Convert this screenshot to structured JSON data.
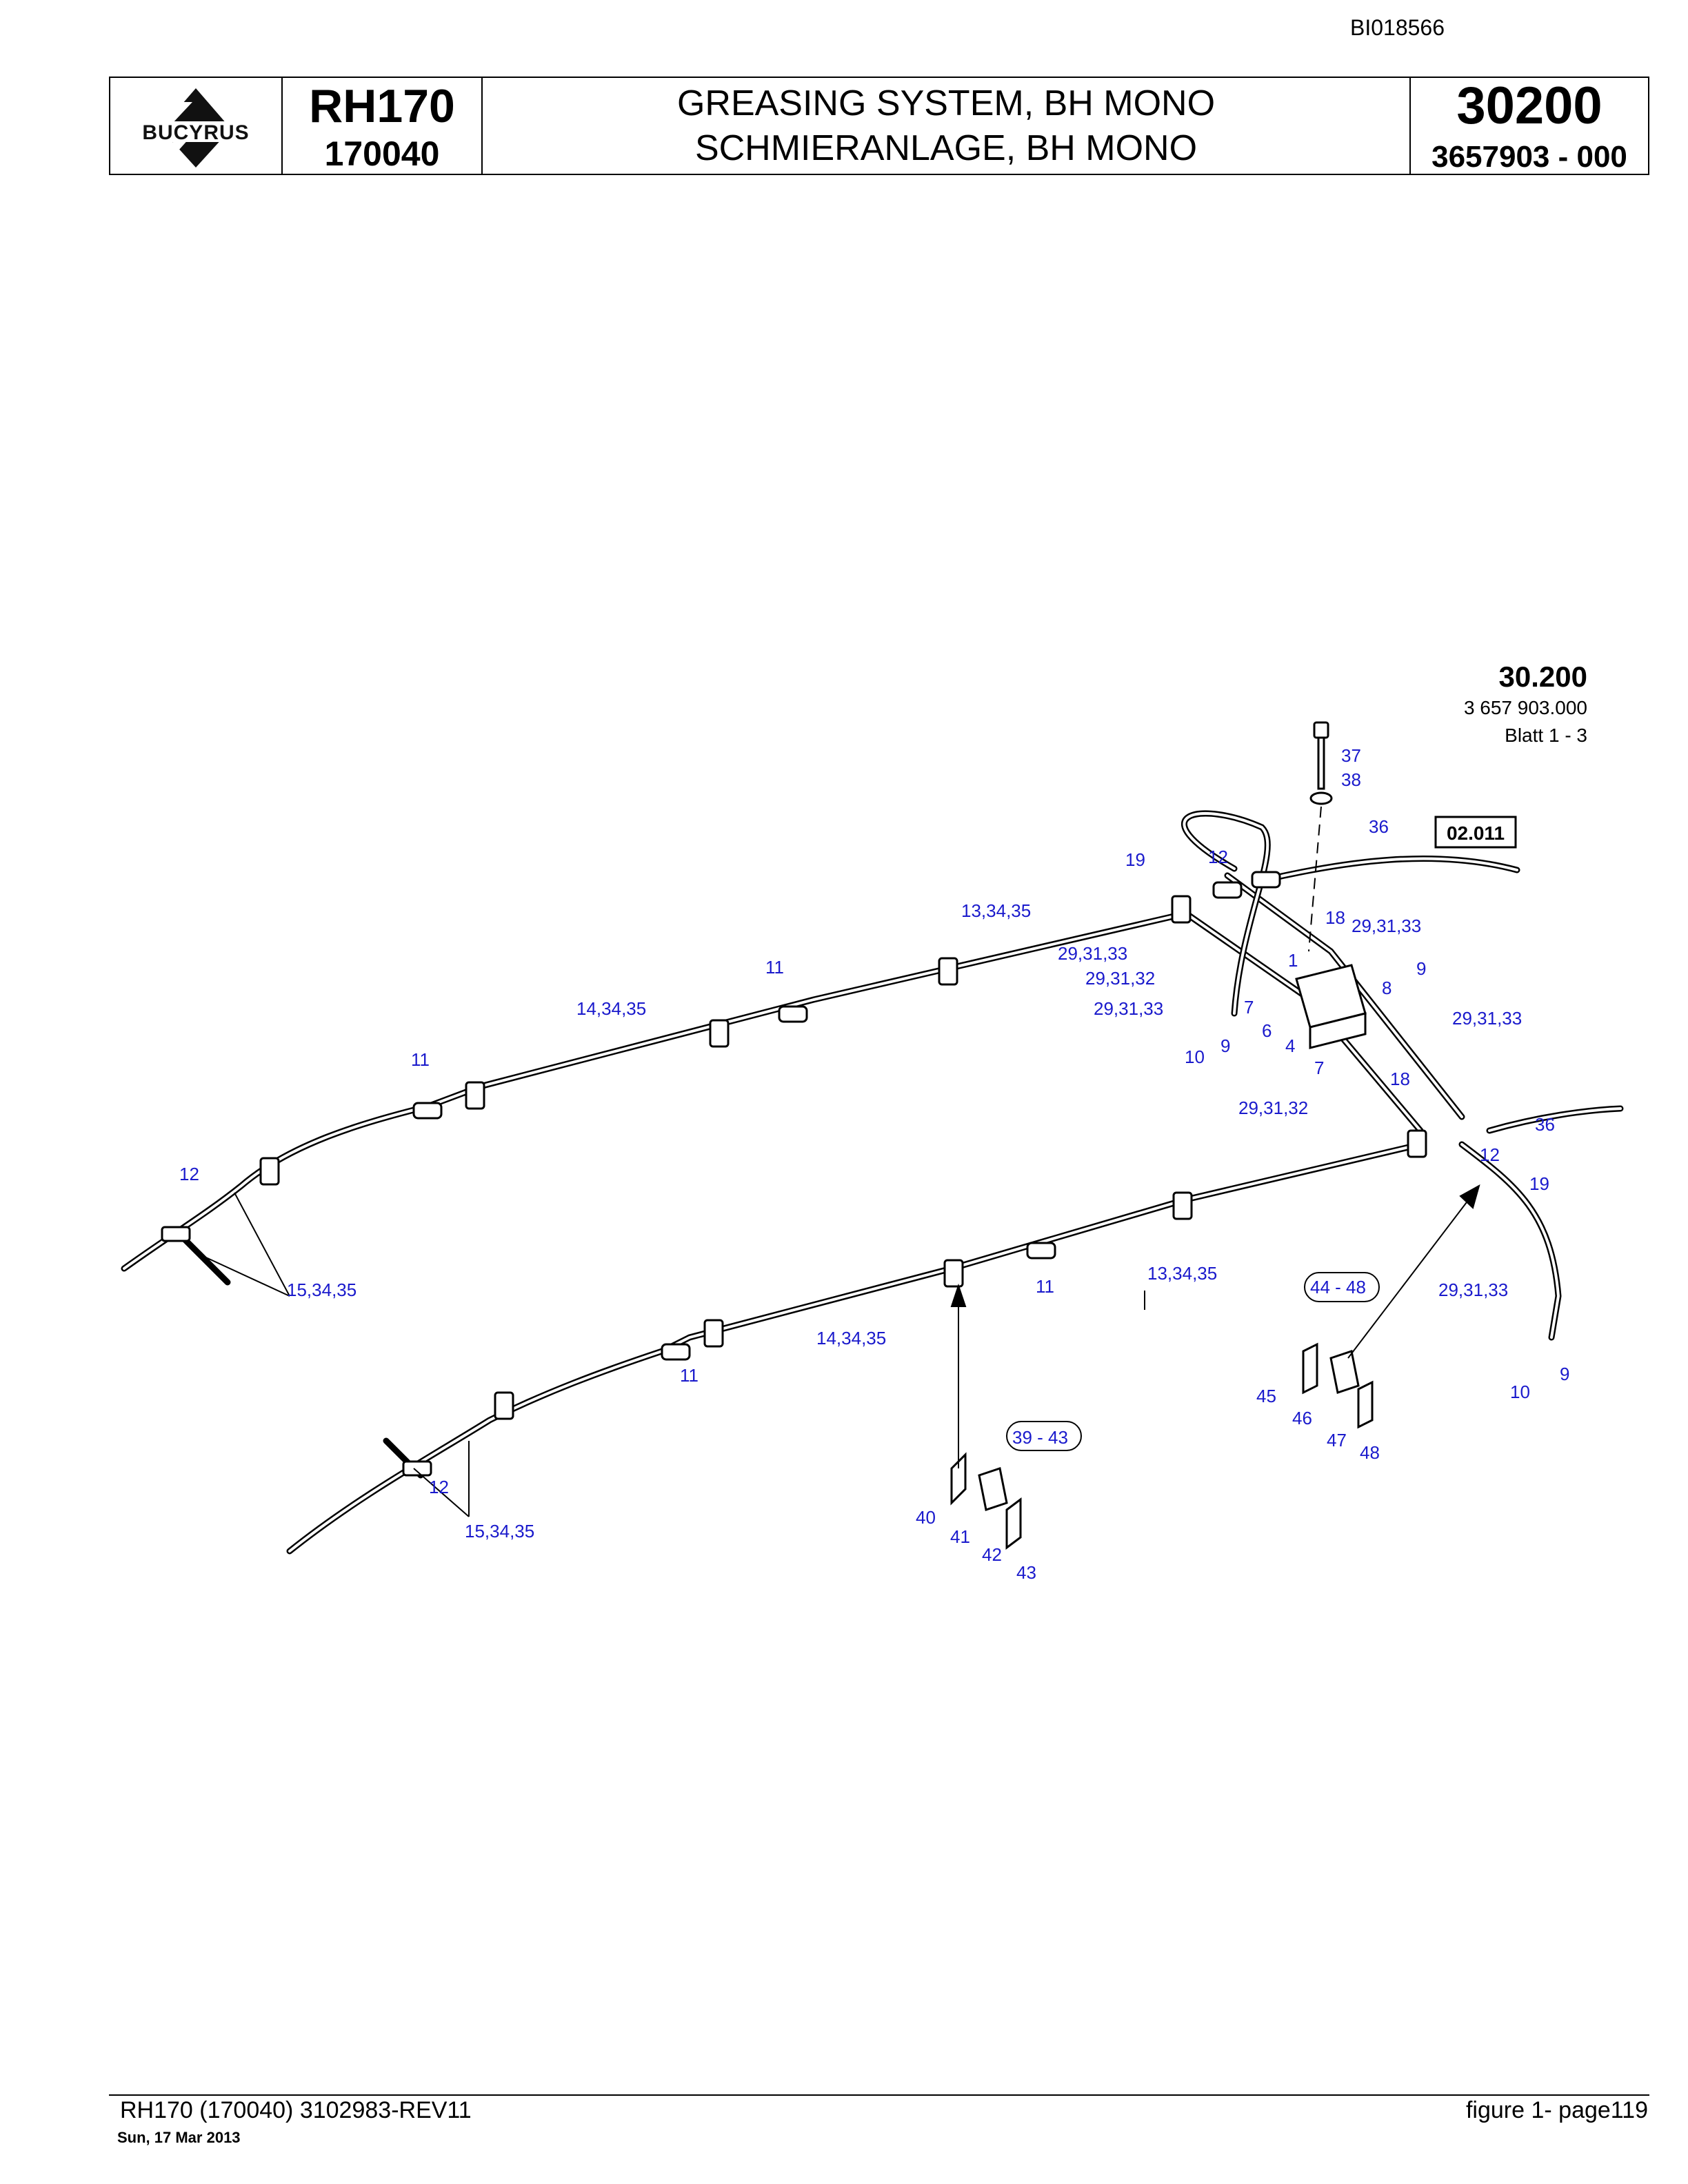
{
  "header": {
    "doc_id": "BI018566",
    "logo_text": "BUCYRUS",
    "model": "RH170",
    "serial": "170040",
    "title_en": "GREASING SYSTEM, BH MONO",
    "title_de": "SCHMIERANLAGE, BH MONO",
    "group_number": "30200",
    "part_number": "3657903  - 000"
  },
  "diagram": {
    "sheet_number": "30.200",
    "sheet_part": "3 657 903.000",
    "sheet_page": "Blatt 1 - 3",
    "reference_box": "02.011",
    "callouts": [
      "37",
      "38",
      "36",
      "19",
      "12",
      "13,34,35",
      "18",
      "29,31,33",
      "29,31,33",
      "29,31,32",
      "1",
      "9",
      "8",
      "29,31,33",
      "7",
      "6",
      "10",
      "9",
      "4",
      "7",
      "29,31,33",
      "18",
      "29,31,32",
      "11",
      "14,34,35",
      "11",
      "12",
      "15,34,35",
      "12",
      "36",
      "19",
      "13,34,35",
      "11",
      "14,34,35",
      "11",
      "44 - 48",
      "29,31,33",
      "10",
      "9",
      "45",
      "46",
      "47",
      "48",
      "39 - 43",
      "40",
      "41",
      "42",
      "43",
      "12",
      "15,34,35"
    ]
  },
  "footer": {
    "left": "RH170 (170040) 3102983-REV11",
    "date": "Sun, 17 Mar 2013",
    "right": "figure  1- page119"
  }
}
